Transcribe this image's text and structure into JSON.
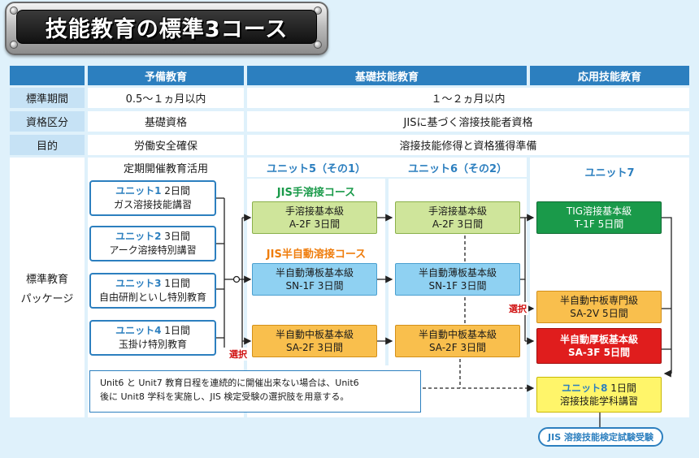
{
  "title": "技能教育の標準3コース",
  "header": {
    "col1": "予備教育",
    "col2": "基礎技能教育",
    "col3": "応用技能教育"
  },
  "rows": [
    {
      "label": "標準期間",
      "col1": "0.5〜１ヵ月以内",
      "col23": "１〜２ヵ月以内"
    },
    {
      "label": "資格区分",
      "col1": "基礎資格",
      "col23": "JISに基づく溶接技能者資格"
    },
    {
      "label": "目的",
      "col1": "労働安全確保",
      "col23": "溶接技能修得と資格獲得準備"
    }
  ],
  "package": {
    "label_line1": "標準教育",
    "label_line2": "パッケージ",
    "col_titles": {
      "prep": "定期開催教育活用",
      "u5": "ユニット5（その1）",
      "u6": "ユニット6（その2）",
      "u7": "ユニット7"
    },
    "prep_units": [
      {
        "unit": "ユニット1",
        "days": "2日間",
        "name": "ガス溶接技能講習"
      },
      {
        "unit": "ユニット2",
        "days": "3日間",
        "name": "アーク溶接特別講習"
      },
      {
        "unit": "ユニット3",
        "days": "1日間",
        "name": "自由研削といし特別教育"
      },
      {
        "unit": "ユニット4",
        "days": "1日間",
        "name": "玉掛け特別教育"
      }
    ],
    "jis_hand_title": "JIS手溶接コース",
    "jis_semi_title": "JIS半自動溶接コース",
    "u5_courses": [
      {
        "name": "手溶接基本級",
        "code": "A-2F 3日間"
      },
      {
        "name": "半自動薄板基本級",
        "code": "SN-1F 3日間"
      },
      {
        "name": "半自動中板基本級",
        "code": "SA-2F 3日間"
      }
    ],
    "u6_courses": [
      {
        "name": "手溶接基本級",
        "code": "A-2F 3日間"
      },
      {
        "name": "半自動薄板基本級",
        "code": "SN-1F 3日間"
      },
      {
        "name": "半自動中板基本級",
        "code": "SA-2F 3日間"
      }
    ],
    "u7_courses": [
      {
        "name": "TIG溶接基本級",
        "code": "T-1F 5日間"
      },
      {
        "name": "半自動中板専門級",
        "code": "SA-2V 5日間"
      },
      {
        "name": "半自動厚板基本級",
        "code": "SA-3F 5日間"
      }
    ],
    "select_label": "選択",
    "unit8": {
      "unit": "ユニット8",
      "days": "1日間",
      "name": "溶接技能学科講習"
    },
    "note_line1": "Unit6 と Unit7 教育日程を連続的に開催出来ない場合は、Unit6",
    "note_line2": "後に Unit8 学科を実施し、JIS 検定受験の選択肢を用意する。",
    "exam": "JIS 溶接技能検定試験受験"
  },
  "colors": {
    "header_blue": "#2c7fbf",
    "row_blue": "#c6e2f5",
    "green": "#cfe59b",
    "light_blue": "#8fd1f2",
    "orange": "#f9bf4d",
    "dark_green": "#1a9a4a",
    "red": "#e01d1d",
    "yellow": "#fff56a",
    "jis_hand": "#1a9a4a",
    "jis_semi": "#ef7d0d"
  }
}
